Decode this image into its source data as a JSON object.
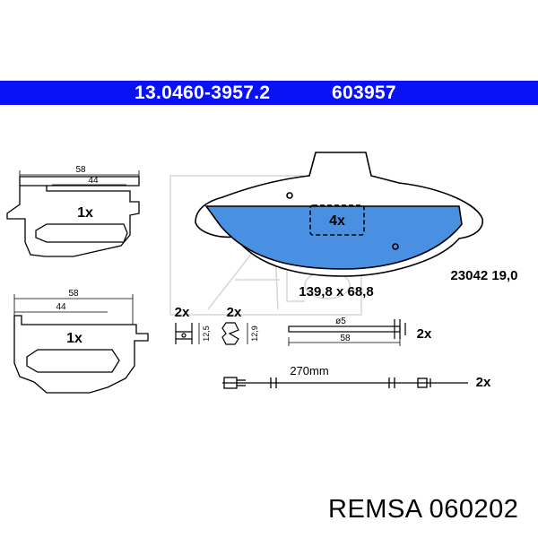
{
  "header": {
    "part_number": "13.0460-3957.2",
    "ref_number": "603957",
    "banner_color": "#0a11f5"
  },
  "pad": {
    "quantity": "4x",
    "code_thickness": "23042 19,0",
    "dimensions": "139,8 x 68,8",
    "fill_color": "#4a90e2"
  },
  "shim_upper": {
    "quantity": "1x",
    "dim_outer": "58",
    "dim_inner": "44"
  },
  "shim_lower": {
    "quantity": "1x",
    "dim_outer": "58",
    "dim_inner": "44"
  },
  "clip_a": {
    "quantity": "2x",
    "dim": "12,5"
  },
  "clip_b": {
    "quantity": "2x",
    "dim": "12,9"
  },
  "pin": {
    "quantity": "2x",
    "diameter": "ø5",
    "length": "58"
  },
  "sensor": {
    "quantity": "2x",
    "length": "270mm"
  },
  "brand": "REMSA 060202"
}
